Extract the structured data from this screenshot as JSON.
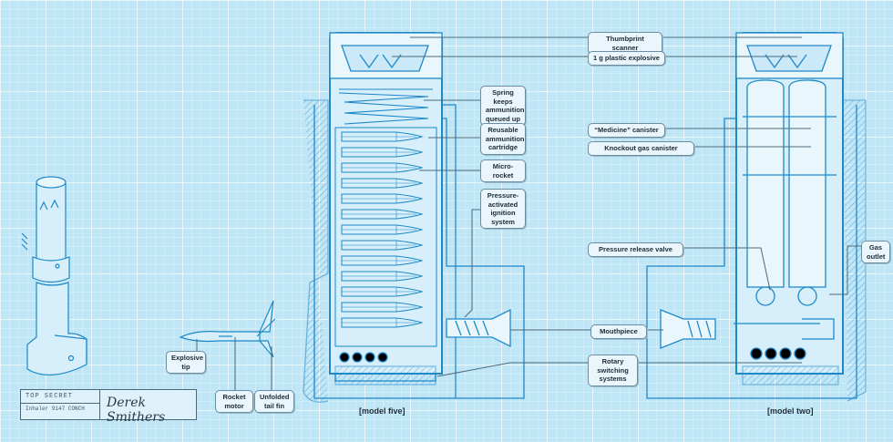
{
  "labels": {
    "thumbprint_scanner": "Thumbprint scanner",
    "plastic_explosive": "1 g plastic explosive",
    "spring": "Spring keeps\nammunition\nqueued up",
    "reusable_cartridge": "Reusable\nammunition\ncartridge",
    "micro_rocket": "Micro-\nrocket",
    "ignition_system": "Pressure-\nactivated\nignition\nsystem",
    "medicine_canister": "“Medicine” canister",
    "knockout_gas": "Knockout gas canister",
    "pressure_release": "Pressure release valve",
    "gas_outlet": "Gas\noutlet",
    "mouthpiece": "Mouthpiece",
    "rotary_switching": "Rotary\nswitching\nsystems",
    "explosive_tip": "Explosive\ntip",
    "rocket_motor": "Rocket\nmotor",
    "unfolded_tail_fin": "Unfolded\ntail fin"
  },
  "captions": {
    "model_five": "[model five]",
    "model_two": "[model two]"
  },
  "stamp": {
    "classification": "TOP SECRET",
    "serial": "Inhaler 9147 CONCH",
    "signature": "Derek Smithers"
  },
  "colors": {
    "background": "#bfe6f7",
    "line": "#1e88c8",
    "accent": "#0f6fb0"
  }
}
